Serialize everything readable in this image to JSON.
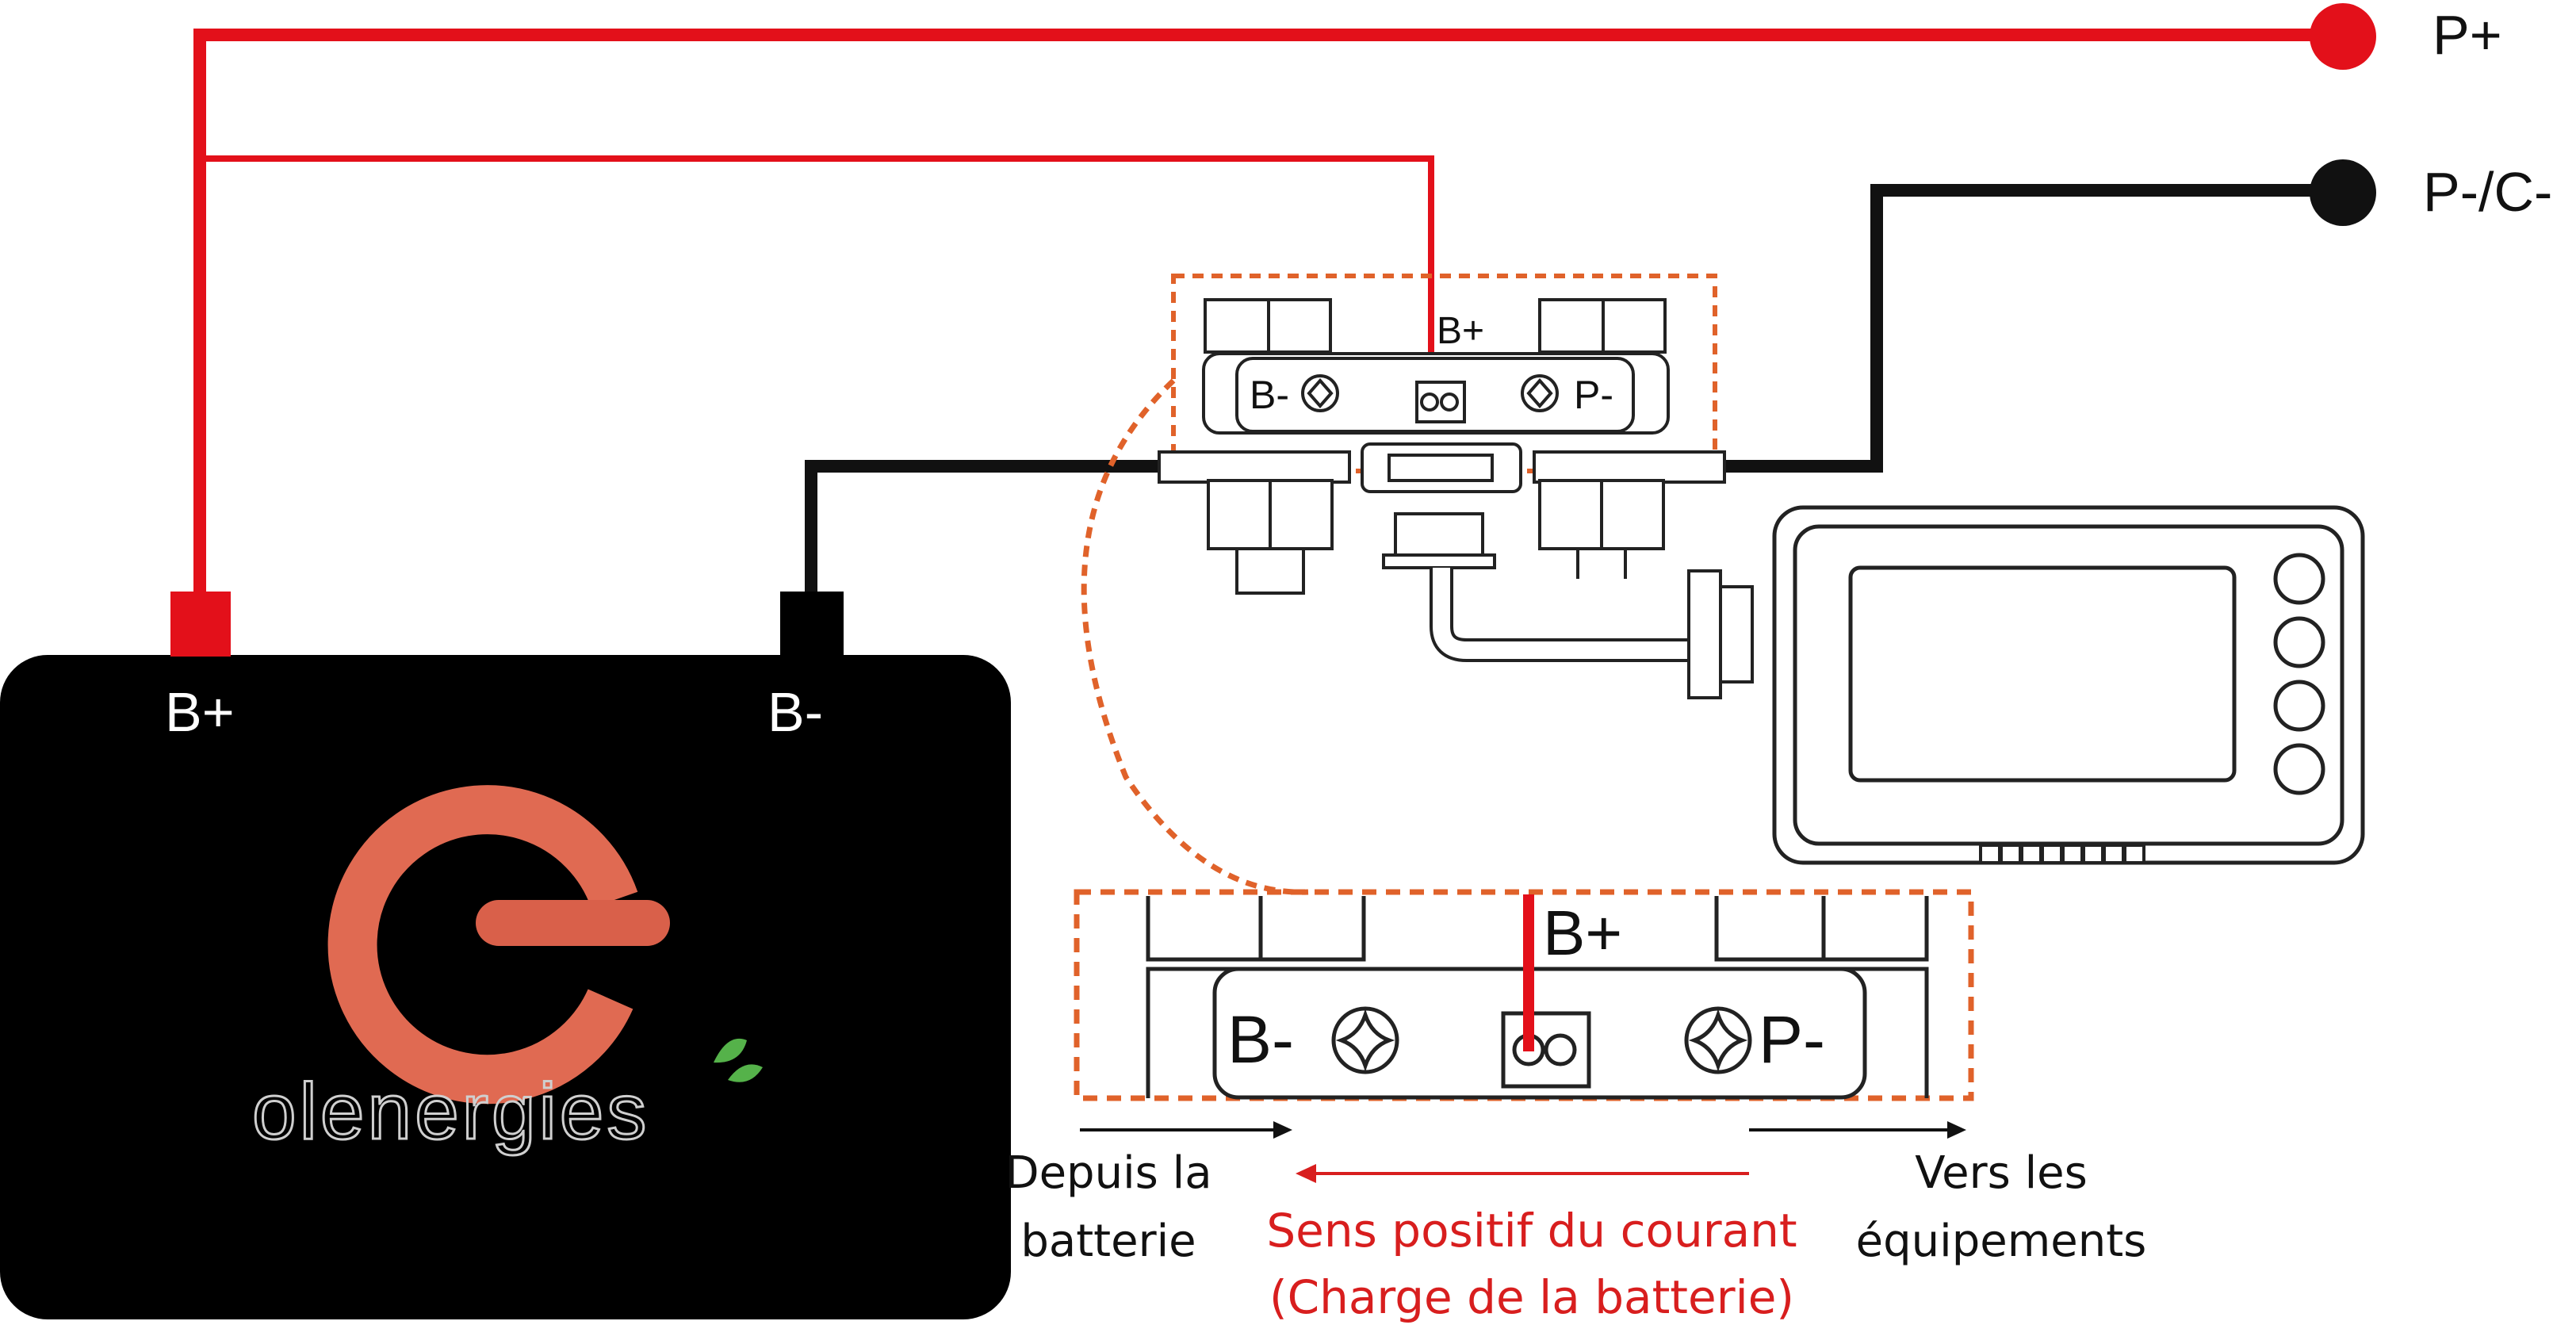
{
  "terminals": {
    "p_plus": "P+",
    "p_minus_c_minus": "P-/C-"
  },
  "battery": {
    "b_plus": "B+",
    "b_minus": "B-",
    "logo_text": "olenergies"
  },
  "shunt": {
    "b_plus": "B+",
    "b_minus": "B-",
    "p_minus": "P-"
  },
  "zoom": {
    "b_plus": "B+",
    "b_minus": "B-",
    "p_minus": "P-"
  },
  "captions": {
    "from_battery_line1": "Depuis la",
    "from_battery_line2": "batterie",
    "to_equipment_line1": "Vers les",
    "to_equipment_line2": "équipements",
    "current_line1": "Sens positif du courant",
    "current_line2": "(Charge de la batterie)"
  },
  "colors": {
    "red": "#e3101a",
    "black": "#111111",
    "orange": "#e0622a",
    "caption_red": "#d81e1e"
  }
}
